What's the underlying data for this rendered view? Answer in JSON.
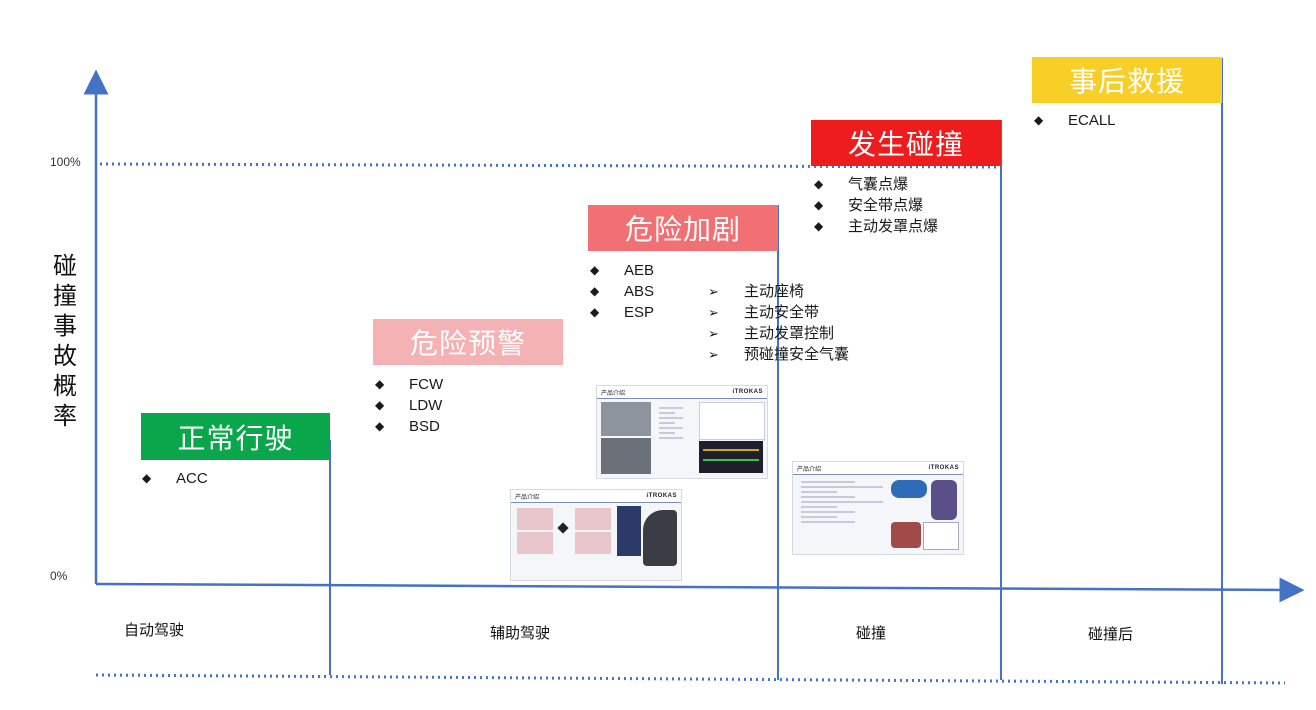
{
  "axis": {
    "y_label": "碰撞事故概率",
    "y_top_tick": "100%",
    "y_bottom_tick": "0%"
  },
  "stages": [
    {
      "title": "正常行驶",
      "color": "#0aa64c",
      "text_color": "#ffffff",
      "items": [
        "ACC"
      ]
    },
    {
      "title": "危险预警",
      "color": "#f4b2b4",
      "text_color": "#ffffff",
      "items": [
        "FCW",
        "LDW",
        "BSD"
      ]
    },
    {
      "title": "危险加剧",
      "color": "#f07074",
      "text_color": "#ffffff",
      "items": [
        "AEB",
        "ABS",
        "ESP"
      ],
      "sub_items": [
        "主动座椅",
        "主动安全带",
        "主动发罩控制",
        "预碰撞安全气囊"
      ]
    },
    {
      "title": "发生碰撞",
      "color": "#ee1c1c",
      "text_color": "#ffffff",
      "items": [
        "气囊点爆",
        "安全带点爆",
        "主动发罩点爆"
      ]
    },
    {
      "title": "事后救援",
      "color": "#f8cf26",
      "text_color": "#ffffff",
      "items": [
        "ECALL"
      ]
    }
  ],
  "phases": [
    "自动驾驶",
    "辅助驾驶",
    "碰撞",
    "碰撞后"
  ],
  "thumbnails": {
    "brand": "iTROKAS",
    "header": "产品介绍"
  },
  "icons": {
    "bullet": "diamond-icon",
    "sub_bullet": "chevron-right-icon"
  },
  "colors": {
    "axis": "#4472c4"
  }
}
